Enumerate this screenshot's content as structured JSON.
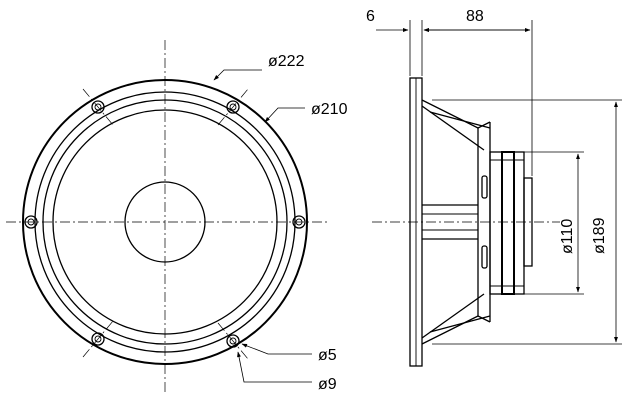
{
  "front_view": {
    "labels": {
      "outer_diameter": "ø222",
      "bolt_circle": "ø210",
      "hole_diameter": "ø5",
      "counterbore": "ø9"
    }
  },
  "side_view": {
    "labels": {
      "flange_thickness": "6",
      "depth": "88",
      "magnet_diameter": "ø110",
      "cutout_diameter": "ø189"
    }
  }
}
